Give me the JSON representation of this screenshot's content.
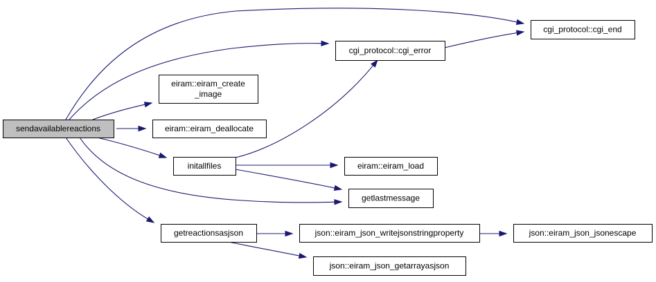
{
  "nodes": {
    "sendavailablereactions": {
      "lines": [
        "sendavailablereactions"
      ],
      "is_root": true
    },
    "cgi_end": {
      "lines": [
        "cgi_protocol::cgi_end"
      ]
    },
    "cgi_error": {
      "lines": [
        "cgi_protocol::cgi_error"
      ]
    },
    "eiram_create_image": {
      "lines": [
        "eiram::eiram_create",
        "_image"
      ]
    },
    "eiram_deallocate": {
      "lines": [
        "eiram::eiram_deallocate"
      ]
    },
    "initallfiles": {
      "lines": [
        "initallfiles"
      ]
    },
    "eiram_load": {
      "lines": [
        "eiram::eiram_load"
      ]
    },
    "getlastmessage": {
      "lines": [
        "getlastmessage"
      ]
    },
    "getreactionsasjson": {
      "lines": [
        "getreactionsasjson"
      ]
    },
    "writejsonstringproperty": {
      "lines": [
        "json::eiram_json_writejsonstringproperty"
      ]
    },
    "jsonescape": {
      "lines": [
        "json::eiram_json_jsonescape"
      ]
    },
    "getarrayasjson": {
      "lines": [
        "json::eiram_json_getarrayasjson"
      ]
    }
  },
  "edges": [
    {
      "from": "sendavailablereactions",
      "to": "cgi_end"
    },
    {
      "from": "sendavailablereactions",
      "to": "cgi_error"
    },
    {
      "from": "sendavailablereactions",
      "to": "eiram_create_image"
    },
    {
      "from": "sendavailablereactions",
      "to": "eiram_deallocate"
    },
    {
      "from": "sendavailablereactions",
      "to": "initallfiles"
    },
    {
      "from": "sendavailablereactions",
      "to": "getlastmessage"
    },
    {
      "from": "sendavailablereactions",
      "to": "getreactionsasjson"
    },
    {
      "from": "cgi_error",
      "to": "cgi_end"
    },
    {
      "from": "initallfiles",
      "to": "cgi_error"
    },
    {
      "from": "initallfiles",
      "to": "eiram_load"
    },
    {
      "from": "initallfiles",
      "to": "getlastmessage"
    },
    {
      "from": "getreactionsasjson",
      "to": "writejsonstringproperty"
    },
    {
      "from": "getreactionsasjson",
      "to": "getarrayasjson"
    },
    {
      "from": "writejsonstringproperty",
      "to": "jsonescape"
    }
  ],
  "colors": {
    "edge": "#191970",
    "root_fill": "#bfbfbf",
    "node_fill": "#ffffff",
    "node_stroke": "#000000"
  }
}
